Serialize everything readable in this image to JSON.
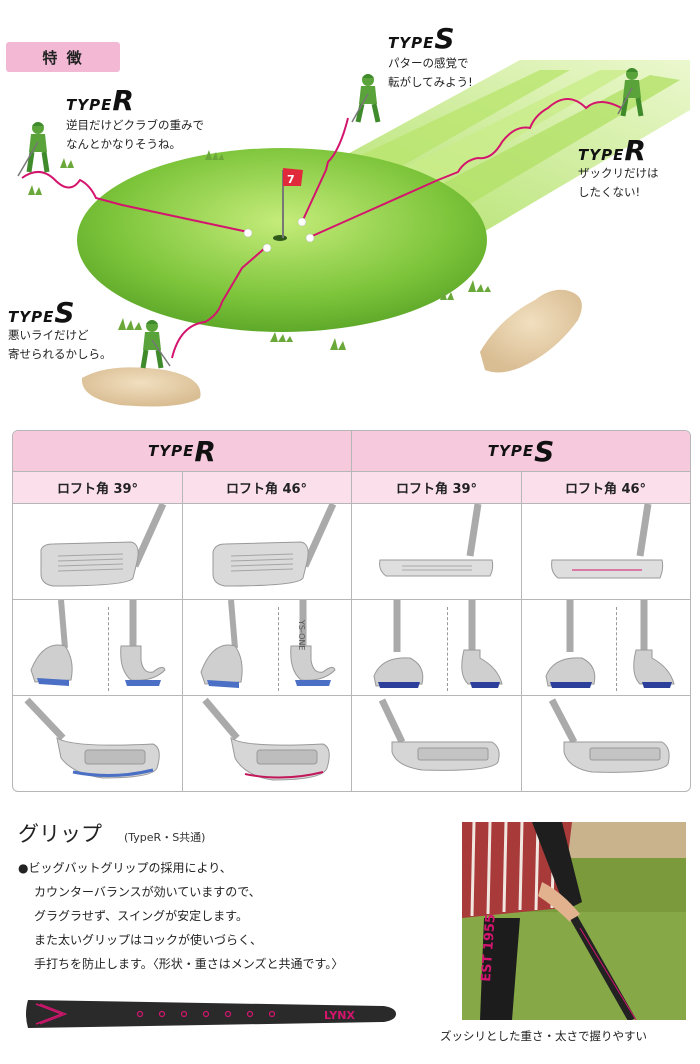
{
  "features": {
    "tag": "特 徴",
    "callouts": [
      {
        "type_word": "TYPE",
        "type_letter": "R",
        "lines": [
          "逆目だけどクラブの重みで",
          "なんとかなりそうね。"
        ]
      },
      {
        "type_word": "TYPE",
        "type_letter": "S",
        "lines": [
          "パターの感覚で",
          "転がしてみよう!"
        ]
      },
      {
        "type_word": "TYPE",
        "type_letter": "R",
        "lines": [
          "ザックリだけは",
          "したくない!"
        ]
      },
      {
        "type_word": "TYPE",
        "type_letter": "S",
        "lines": [
          "悪いライだけど",
          "寄せられるかしら。"
        ]
      }
    ],
    "flag_number": "7",
    "colors": {
      "green": "#7cc43a",
      "sand": "#e2c9a2",
      "pink": "#d4156e"
    }
  },
  "table": {
    "headers": [
      {
        "word": "TYPE",
        "letter": "R"
      },
      {
        "word": "TYPE",
        "letter": "S"
      }
    ],
    "subheaders": [
      "ロフト角 39°",
      "ロフト角 46°",
      "ロフト角 39°",
      "ロフト角 46°"
    ],
    "sole_text": "YS-ONE"
  },
  "grip": {
    "title": "グリップ",
    "subtitle": "(TypeR・S共通)",
    "lines": [
      "●ビッグバットグリップの採用により、",
      "カウンターバランスが効いていますので、",
      "グラグラせず、スイングが安定します。",
      "また太いグリップはコックが使いづらく、",
      "手打ちを防止します。〈形状・重さはメンズと共通です。〉"
    ],
    "brand": "LYNX",
    "sock_text": "EST 1955",
    "caption": "ズッシリとした重さ・太さで握りやすい"
  }
}
